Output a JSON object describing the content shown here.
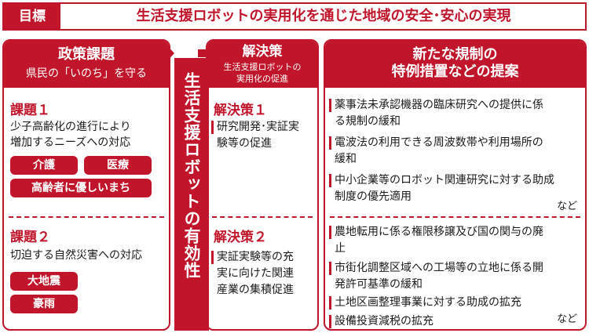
{
  "header": {
    "goal_label": "目標",
    "goal_text": "生活支援ロボットの実用化を通じた地域の安全･安心の実現"
  },
  "policy": {
    "title": "政策課題",
    "subtitle": "県民の「いのち」を守る",
    "issue1": {
      "title": "課題１",
      "text_line1": "少子高齢化の進行により",
      "text_line2": "増加するニーズへの対応",
      "tags": [
        "介護",
        "医療",
        "高齢者に優しいまち"
      ]
    },
    "issue2": {
      "title": "課題２",
      "text": "切迫する自然災害への対応",
      "tags": [
        "大地震",
        "豪雨"
      ]
    }
  },
  "center_banner": "生活支援ロボットの有効性",
  "solutions": {
    "title": "解決策",
    "subtitle_line1": "生活支援ロボットの",
    "subtitle_line2": "実用化の促進",
    "sol1": {
      "title": "解決策１",
      "text_line1": "研究開発･実証実",
      "text_line2": "験等の促進"
    },
    "sol2": {
      "title": "解決策２",
      "text_line1": "実証実験等の充",
      "text_line2": "実に向けた関連",
      "text_line3": "産業の集積促進"
    }
  },
  "proposals": {
    "title_line1": "新たな規制の",
    "title_line2": "特例措置などの提案",
    "group1": [
      {
        "line1": "薬事法未承認機器の臨床研究への提供に係",
        "line2": "る規制の緩和"
      },
      {
        "line1": "電波法の利用できる周波数帯や利用場所の",
        "line2": "緩和"
      },
      {
        "line1": "中小企業等のロボット関連研究に対する助成",
        "line2": "制度の優先適用"
      }
    ],
    "group1_etc": "など",
    "group2": [
      {
        "line1": "農地転用に係る権限移譲及び国の関与の廃",
        "line2": "止"
      },
      {
        "line1": "市街化調整区域への工場等の立地に係る開",
        "line2": "発許可基準の緩和"
      },
      {
        "line1": "土地区画整理事業に対する助成の拡充",
        "line2": ""
      },
      {
        "line1": "設備投資減税の拡充",
        "line2": ""
      }
    ],
    "group2_etc": "など"
  },
  "colors": {
    "accent": "#c0152a"
  }
}
